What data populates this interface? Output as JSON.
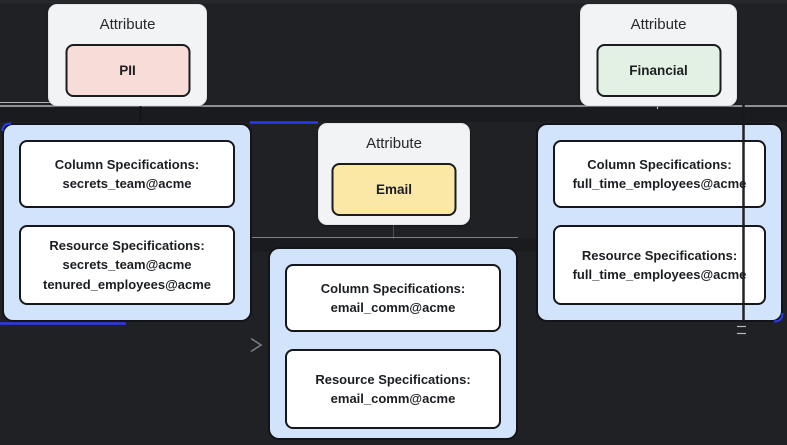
{
  "colors": {
    "background": "#1f2125",
    "card_bg": "#f1f3f4",
    "group_bg": "#d2e3fc",
    "accent_blue": "#2b3af0",
    "pii_badge_bg": "#f8dcd8",
    "email_badge_bg": "#fbe8a6",
    "financial_badge_bg": "#e3f1e4"
  },
  "attribute_nodes": [
    {
      "title": "Attribute",
      "badge": "PII"
    },
    {
      "title": "Attribute",
      "badge": "Email"
    },
    {
      "title": "Attribute",
      "badge": "Financial"
    }
  ],
  "spec_nodes": [
    {
      "column_title": "Column Specifications:",
      "column_value": "secrets_team@acme",
      "resource_title": "Resource Specifications:",
      "resource_values": [
        "secrets_team@acme",
        "tenured_employees@acme"
      ]
    },
    {
      "column_title": "Column Specifications:",
      "column_value": "email_comm@acme",
      "resource_title": "Resource Specifications:",
      "resource_values": [
        "email_comm@acme"
      ]
    },
    {
      "column_title": "Column Specifications:",
      "column_value": "full_time_employees@acme",
      "resource_title": "Resource Specifications:",
      "resource_values": [
        "full_time_employees@acme"
      ]
    }
  ]
}
